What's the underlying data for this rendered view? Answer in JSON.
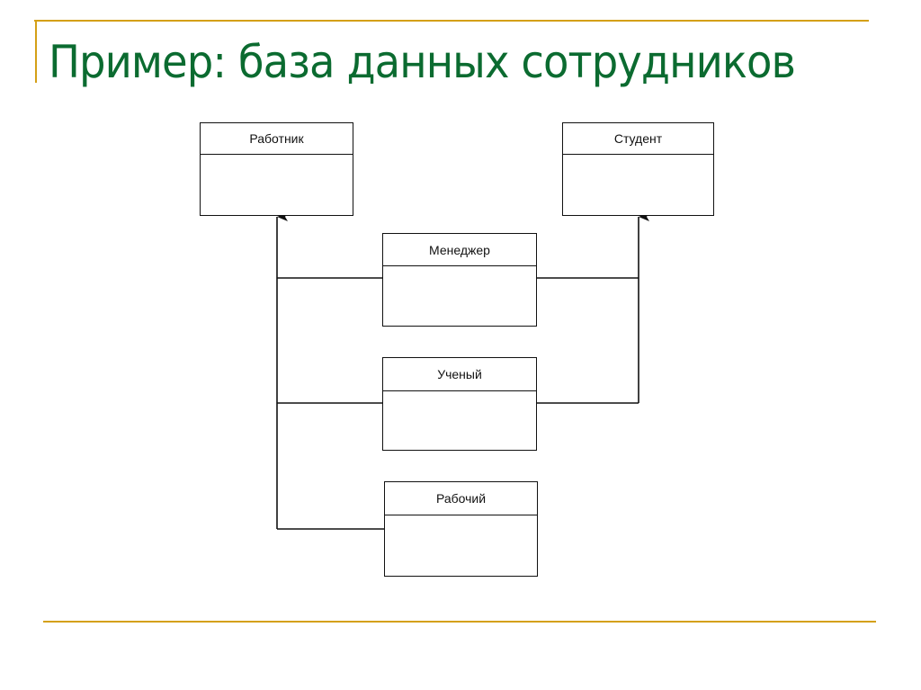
{
  "title": "Пример: база данных сотрудников",
  "colors": {
    "title": "#0b6b30",
    "rule": "#d4a017",
    "line": "#111111"
  },
  "diagram": {
    "classes": [
      {
        "id": "worker",
        "name": "Работник"
      },
      {
        "id": "student",
        "name": "Студент"
      },
      {
        "id": "manager",
        "name": "Менеджер"
      },
      {
        "id": "scientist",
        "name": "Ученый"
      },
      {
        "id": "laborer",
        "name": "Рабочий"
      }
    ],
    "inheritance": [
      {
        "from": "manager",
        "to": "worker"
      },
      {
        "from": "scientist",
        "to": "worker"
      },
      {
        "from": "laborer",
        "to": "worker"
      },
      {
        "from": "manager",
        "to": "student"
      },
      {
        "from": "scientist",
        "to": "student"
      }
    ]
  }
}
